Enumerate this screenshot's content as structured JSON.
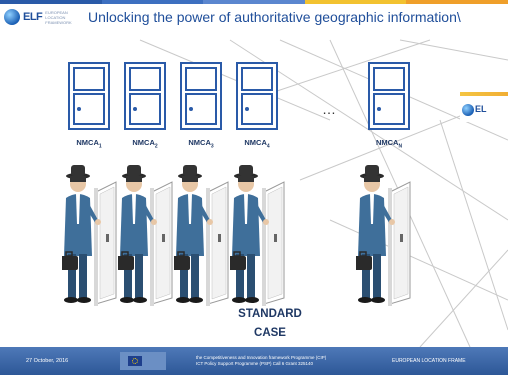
{
  "header": {
    "logo_text": "ELF",
    "logo_subtext": "EUROPEAN LOCATION FRAMEWORK",
    "title": "Unlocking the power of authoritative geographic information\\",
    "bar_colors": [
      "#2a5aa8",
      "#3d6fc0",
      "#5b86cf",
      "#f2c230",
      "#ef9f2a"
    ]
  },
  "doors": [
    {
      "label": "NMCA",
      "sub": "1"
    },
    {
      "label": "NMCA",
      "sub": "2"
    },
    {
      "label": "NMCA",
      "sub": "3"
    },
    {
      "label": "NMCA",
      "sub": "4"
    },
    {
      "label": "NMCA",
      "sub": "N"
    }
  ],
  "ellipsis": "…",
  "caption": {
    "line1": "STANDARD",
    "line2": "CASE"
  },
  "overlay": {
    "logo_text": "EL"
  },
  "footer": {
    "date": "27 October, 2016",
    "programme_line1": "the Competitiveness and Innovation framework Programme (CIP)",
    "programme_line2": "ICT Policy Support Programme (PSP) Call 6 Grant 325140",
    "right_text": "EUROPEAN LOCATION FRAME"
  },
  "colors": {
    "accent": "#1f4e9a",
    "door_stroke": "#2a5aa8",
    "footer": "#3a66a8"
  }
}
